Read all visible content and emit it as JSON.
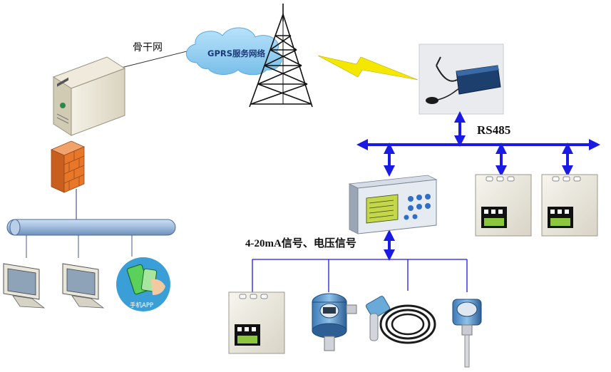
{
  "labels": {
    "backbone": "骨干网",
    "gprs_cloud": "GPRS服务网络",
    "rs485": "RS485",
    "signal": "4-20mA信号、电压信号",
    "app": "手机APP"
  },
  "colors": {
    "bus_blue": "#1a1ae6",
    "cloud_blue": "#8fc9ee",
    "lightning_yellow": "#f5e800",
    "firewall_orange": "#e8772a",
    "lan_line": "#4a5a8a"
  },
  "icons": [
    "server-icon",
    "firewall-icon",
    "cloud-icon",
    "tower-icon",
    "lightning-icon",
    "gateway-icon",
    "controller-icon",
    "monitor-icon",
    "phone-app-icon",
    "junction-box-icon",
    "pressure-transmitter-icon",
    "level-sensor-icon",
    "temperature-transmitter-icon"
  ]
}
